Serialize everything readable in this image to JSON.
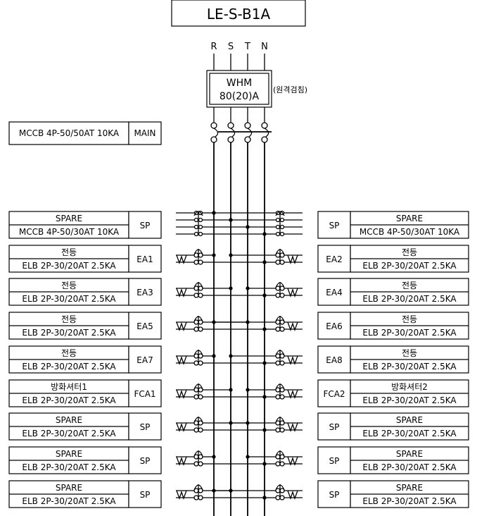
{
  "panel": {
    "title": "LE-S-B1A"
  },
  "phases": [
    "R",
    "S",
    "T",
    "N"
  ],
  "meter": {
    "name": "WHM",
    "rating": "80(20)A",
    "note": "(원격검침)"
  },
  "main": {
    "breaker": "MCCB 4P-50/50AT 10KA",
    "code": "MAIN"
  },
  "left": [
    {
      "name": "SPARE",
      "breaker": "MCCB 4P-50/30AT 10KA",
      "code": "SP",
      "poles": 4,
      "taps": [
        0,
        1,
        2,
        3
      ]
    },
    {
      "name": "전등",
      "breaker": "ELB 2P-30/20AT 2.5KA",
      "code": "EA1",
      "poles": 2,
      "taps": [
        0,
        3
      ]
    },
    {
      "name": "전등",
      "breaker": "ELB 2P-30/20AT 2.5KA",
      "code": "EA3",
      "poles": 2,
      "taps": [
        1,
        3
      ]
    },
    {
      "name": "전등",
      "breaker": "ELB 2P-30/20AT 2.5KA",
      "code": "EA5",
      "poles": 2,
      "taps": [
        2,
        3
      ]
    },
    {
      "name": "전등",
      "breaker": "ELB 2P-30/20AT 2.5KA",
      "code": "EA7",
      "poles": 2,
      "taps": [
        0,
        3
      ]
    },
    {
      "name": "방화셔터1",
      "breaker": "ELB 2P-30/20AT 2.5KA",
      "code": "FCA1",
      "poles": 2,
      "taps": [
        1,
        3
      ]
    },
    {
      "name": "SPARE",
      "breaker": "ELB 2P-30/20AT 2.5KA",
      "code": "SP",
      "poles": 2,
      "taps": [
        2,
        3
      ]
    },
    {
      "name": "SPARE",
      "breaker": "ELB 2P-30/20AT 2.5KA",
      "code": "SP",
      "poles": 2,
      "taps": [
        0,
        3
      ]
    },
    {
      "name": "SPARE",
      "breaker": "ELB 2P-30/20AT 2.5KA",
      "code": "SP",
      "poles": 2,
      "taps": [
        1,
        3
      ]
    }
  ],
  "right": [
    {
      "name": "SPARE",
      "breaker": "MCCB 4P-50/30AT 10KA",
      "code": "SP",
      "poles": 4,
      "taps": [
        0,
        1,
        2,
        3
      ]
    },
    {
      "name": "전등",
      "breaker": "ELB 2P-30/20AT 2.5KA",
      "code": "EA2",
      "poles": 2,
      "taps": [
        1,
        3
      ]
    },
    {
      "name": "전등",
      "breaker": "ELB 2P-30/20AT 2.5KA",
      "code": "EA4",
      "poles": 2,
      "taps": [
        2,
        3
      ]
    },
    {
      "name": "전등",
      "breaker": "ELB 2P-30/20AT 2.5KA",
      "code": "EA6",
      "poles": 2,
      "taps": [
        0,
        3
      ]
    },
    {
      "name": "전등",
      "breaker": "ELB 2P-30/20AT 2.5KA",
      "code": "EA8",
      "poles": 2,
      "taps": [
        1,
        3
      ]
    },
    {
      "name": "방화셔터2",
      "breaker": "ELB 2P-30/20AT 2.5KA",
      "code": "FCA2",
      "poles": 2,
      "taps": [
        2,
        3
      ]
    },
    {
      "name": "SPARE",
      "breaker": "ELB 2P-30/20AT 2.5KA",
      "code": "SP",
      "poles": 2,
      "taps": [
        1,
        3
      ]
    },
    {
      "name": "SPARE",
      "breaker": "ELB 2P-30/20AT 2.5KA",
      "code": "SP",
      "poles": 2,
      "taps": [
        2,
        3
      ]
    },
    {
      "name": "SPARE",
      "breaker": "ELB 2P-30/20AT 2.5KA",
      "code": "SP",
      "poles": 2,
      "taps": [
        0,
        3
      ]
    }
  ]
}
